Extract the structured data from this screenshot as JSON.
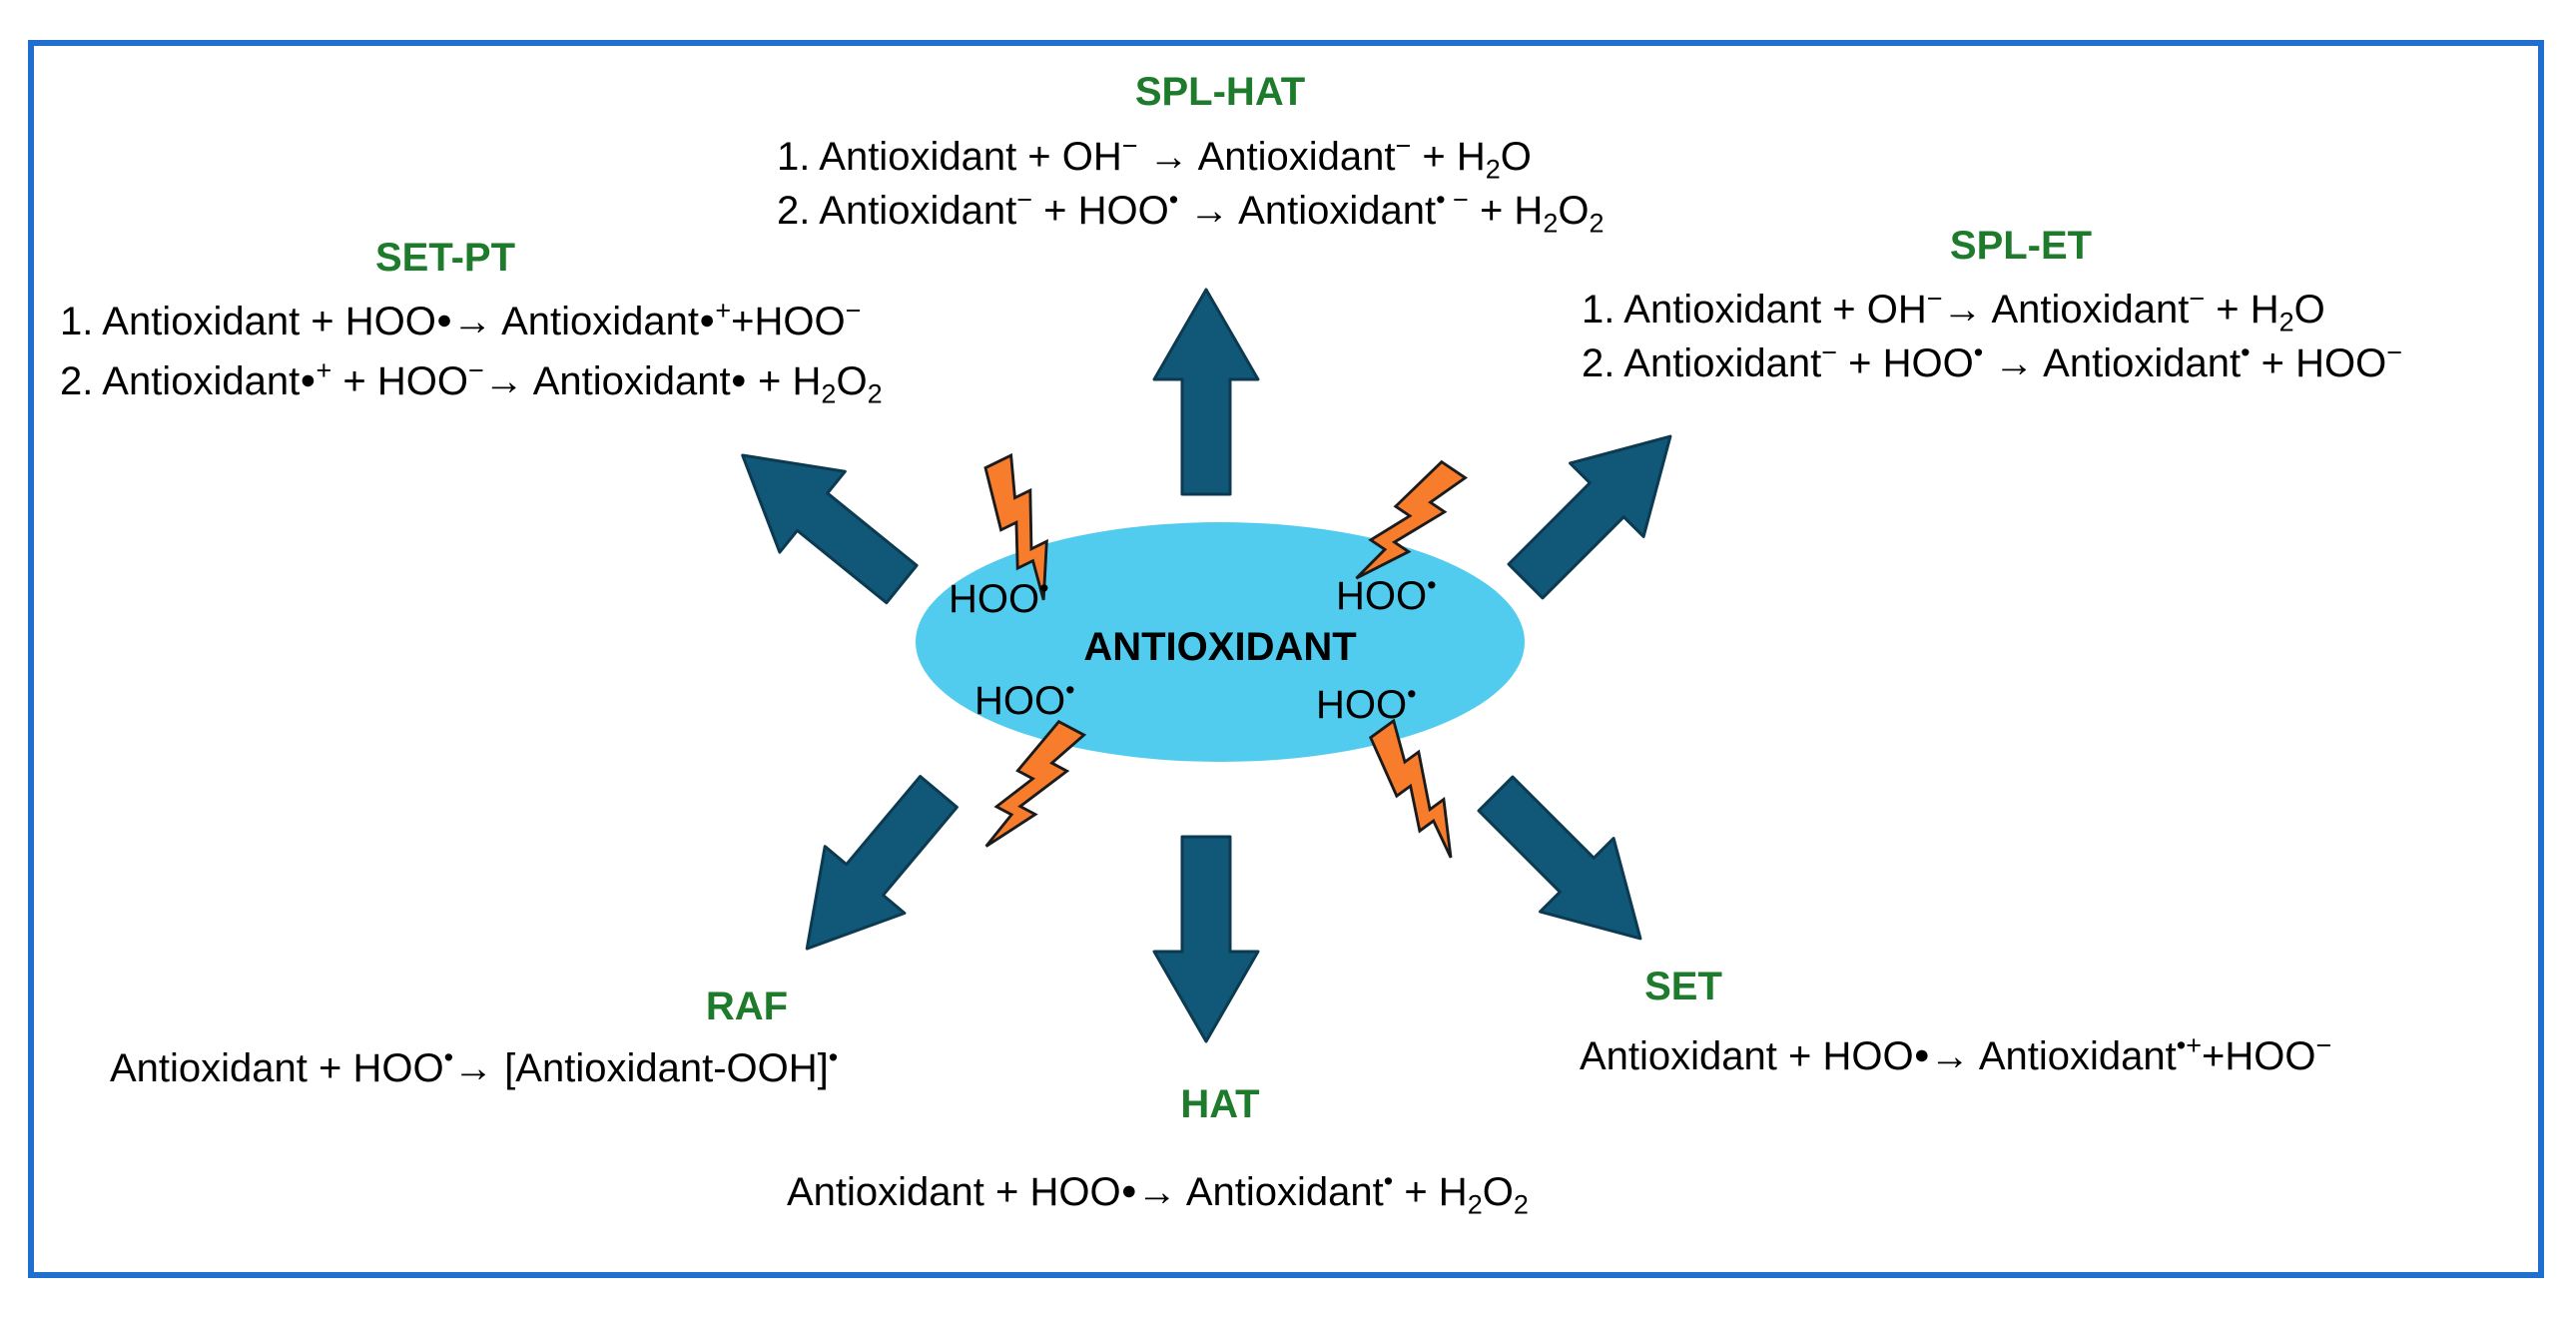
{
  "center": {
    "label": "ANTIOXIDANT",
    "radical": "HOO",
    "radical_dot": "•"
  },
  "colors": {
    "frame": "#1f6fd1",
    "ellipse": "#52ccee",
    "arrow_fill": "#115878",
    "arrow_stroke": "#0c3a50",
    "bolt_fill": "#f77d2d",
    "title": "#1e7b2b"
  },
  "icons": [
    "arrow-up-icon",
    "arrow-upright-icon",
    "arrow-upleft-icon",
    "arrow-down-icon",
    "arrow-downright-icon",
    "arrow-downleft-icon",
    "lightning-bolt-icon"
  ],
  "mechanisms": {
    "spl_hat": {
      "title": "SPL-HAT",
      "line1": {
        "n": "1.",
        "a": "Antioxidant + OH",
        "a_sup": "−",
        "arrow": "→",
        "b": "Antioxidant",
        "b_sup": "−",
        "c": "+ H",
        "c_sub": "2",
        "d": "O"
      },
      "line2": {
        "n": "2.",
        "a": "Antioxidant",
        "a_sup": "−",
        "b": "+ HOO",
        "b_sup": "•",
        "arrow": "→",
        "c": "Antioxidant",
        "c_sup": "• −",
        "d": "+ H",
        "d_sub1": "2",
        "e": "O",
        "e_sub": "2"
      }
    },
    "set_pt": {
      "title": "SET-PT",
      "line1": {
        "n": "1.",
        "a": "Antioxidant + HOO",
        "a_dot": "●",
        "arrow": "→",
        "b": "Antioxidant",
        "b_dot": "●",
        "b_sup": "+",
        "c": "+HOO",
        "c_sup": "−"
      },
      "line2": {
        "n": "2.",
        "a": "Antioxidant",
        "a_dot": "●",
        "a_sup": "+",
        "b": "+ HOO",
        "b_sup": "−",
        "arrow": "→",
        "c": "Antioxidant",
        "c_dot": "●",
        "d": "+ H",
        "d_sub": "2",
        "e": "O",
        "e_sub": "2"
      }
    },
    "spl_et": {
      "title": "SPL-ET",
      "line1": {
        "n": "1.",
        "a": "Antioxidant + OH",
        "a_sup": "−",
        "arrow": "→",
        "b": "Antioxidant",
        "b_sup": "−",
        "c": "+ H",
        "c_sub": "2",
        "d": "O"
      },
      "line2": {
        "n": "2.",
        "a": "Antioxidant",
        "a_sup": "−",
        "b": "+ HOO",
        "b_sup": "•",
        "arrow": "→",
        "c": "Antioxidant",
        "c_sup": "•",
        "d": "+ HOO",
        "d_sup": "−"
      }
    },
    "raf": {
      "title": "RAF",
      "line1": {
        "a": "Antioxidant +  HOO",
        "a_sup": "•",
        "arrow": "→",
        "b": "[Antioxidant-OOH]",
        "b_sup": "•"
      }
    },
    "hat": {
      "title": "HAT",
      "line1": {
        "a": "Antioxidant + HOO",
        "a_dot": "●",
        "arrow": "→",
        "b": "Antioxidant",
        "b_sup": "•",
        "c": "+ H",
        "c_sub": "2",
        "d": "O",
        "d_sub": "2"
      }
    },
    "set": {
      "title": "SET",
      "line1": {
        "a": "Antioxidant + HOO",
        "a_dot": "●",
        "arrow": "→",
        "b": "Antioxidant",
        "b_sup": "•+",
        "c": "+HOO",
        "c_sup": "−"
      }
    }
  }
}
